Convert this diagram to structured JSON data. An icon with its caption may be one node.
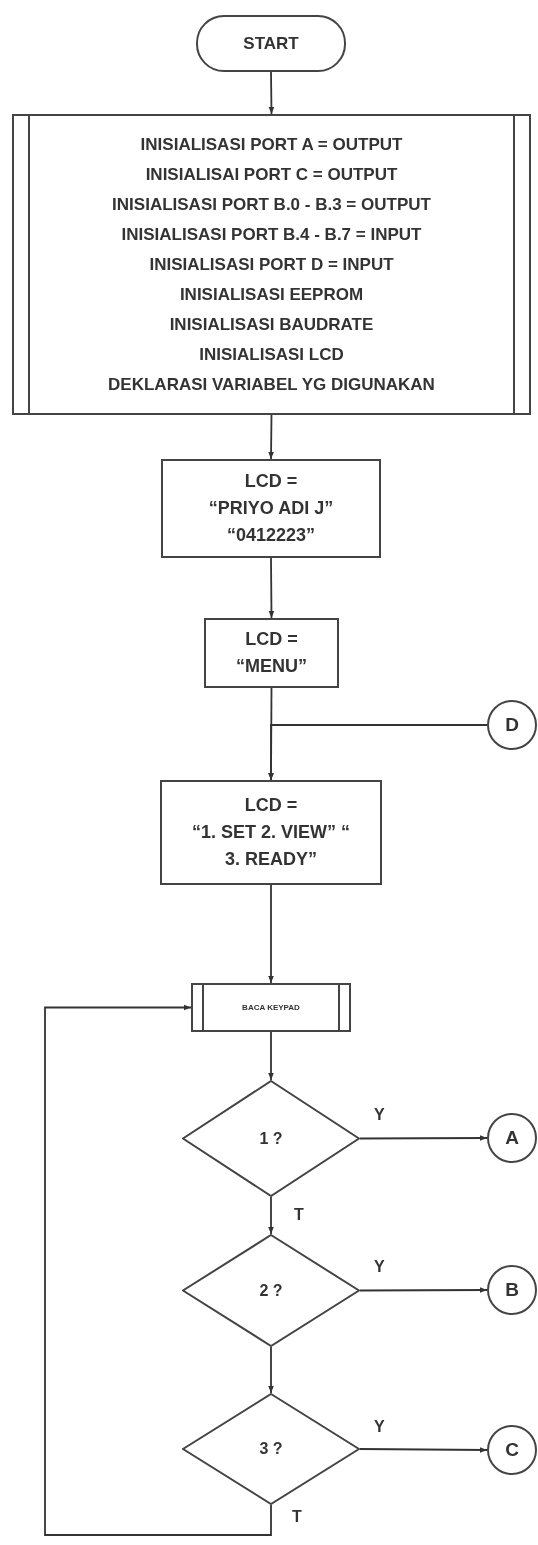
{
  "diagram": {
    "nodes": [
      {
        "text": [
          "START"
        ]
      },
      {
        "text": [
          "INISIALISASI PORT A = OUTPUT",
          "INISIALISAI PORT C = OUTPUT",
          "INISIALISASI PORT B.0 - B.3 = OUTPUT",
          "INISIALISASI PORT B.4 - B.7 = INPUT",
          "INISIALISASI PORT D = INPUT",
          "INISIALISASI EEPROM",
          "INISIALISASI BAUDRATE",
          "INISIALISASI LCD",
          "DEKLARASI VARIABEL YG DIGUNAKAN"
        ]
      },
      {
        "text": [
          "LCD =",
          "“PRIYO ADI J”",
          "“0412223”"
        ]
      },
      {
        "text": [
          "LCD =",
          "“MENU”"
        ]
      },
      {
        "text": [
          "D"
        ]
      },
      {
        "text": [
          "LCD =",
          "“1. SET 2. VIEW” “",
          "3. READY”"
        ]
      },
      {
        "text": [
          "BACA KEYPAD"
        ]
      },
      {
        "text": [
          "1 ?"
        ]
      },
      {
        "text": [
          "A"
        ]
      },
      {
        "text": [
          "2 ?"
        ]
      },
      {
        "text": [
          "B"
        ]
      },
      {
        "text": [
          "3 ?"
        ]
      },
      {
        "text": [
          "C"
        ]
      }
    ],
    "edges": [
      {
        "from": 0,
        "to": 1,
        "arrow": "to"
      },
      {
        "from": 1,
        "to": 2,
        "arrow": "to"
      },
      {
        "from": 2,
        "to": 3,
        "arrow": "to"
      },
      {
        "from": 3,
        "to": 5,
        "arrow": "to"
      },
      {
        "from": 4,
        "to": 5,
        "arrow": "to"
      },
      {
        "from": 5,
        "to": 6,
        "arrow": "to"
      },
      {
        "from": 6,
        "to": 7,
        "arrow": "to"
      },
      {
        "from": 7,
        "to": 8,
        "arrow": "to",
        "label": "Y"
      },
      {
        "from": 7,
        "to": 9,
        "arrow": "to",
        "label": "T"
      },
      {
        "from": 9,
        "to": 10,
        "arrow": "to",
        "label": "Y"
      },
      {
        "from": 9,
        "to": 11,
        "arrow": "to"
      },
      {
        "from": 11,
        "to": 12,
        "arrow": "to",
        "label": "Y"
      },
      {
        "from": 11,
        "to": 6,
        "arrow": "to",
        "label": "T"
      }
    ]
  }
}
